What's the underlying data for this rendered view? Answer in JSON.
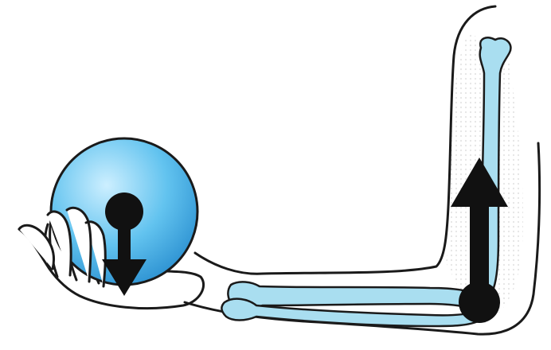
{
  "figure": {
    "subject": "arm-holding-ball-lever-diagram",
    "colors": {
      "background": "#ffffff",
      "outline": "#1a1a1a",
      "bone": "#a9def0",
      "ball_light": "#cdefff",
      "ball_mid": "#62c3ef",
      "ball_dark": "#2a8fd0",
      "force_marker": "#111111",
      "shading": "#d9d9d9"
    },
    "forces": [
      {
        "id": "load",
        "direction": "down"
      },
      {
        "id": "effort",
        "direction": "up"
      }
    ]
  }
}
